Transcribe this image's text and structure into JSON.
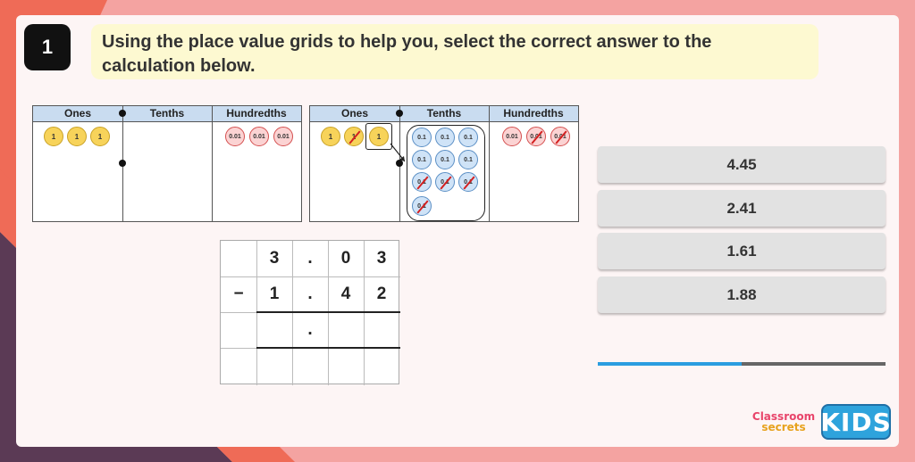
{
  "question": {
    "number": "1",
    "text": "Using the place value grids to help you, select the correct answer to the calculation below."
  },
  "grids": {
    "headers": [
      "Ones",
      "Tenths",
      "Hundredths"
    ],
    "left": {
      "ones": [
        "1",
        "1",
        "1"
      ],
      "hundredths": [
        "0.01",
        "0.01",
        "0.01"
      ]
    },
    "right": {
      "ones": [
        "1",
        "1",
        "1"
      ],
      "tenths": [
        "0.1",
        "0.1",
        "0.1",
        "0.1",
        "0.1",
        "0.1",
        "0.1",
        "0.1",
        "0.1",
        "0.1"
      ],
      "hundredths": [
        "0.01",
        "0.01",
        "0.01"
      ]
    }
  },
  "calculation": {
    "row1": [
      "",
      "3",
      ".",
      "0",
      "3"
    ],
    "row2": [
      "−",
      "1",
      ".",
      "4",
      "2"
    ],
    "row3": [
      "",
      "",
      ".",
      "",
      ""
    ]
  },
  "options": [
    "4.45",
    "2.41",
    "1.61",
    "1.88"
  ],
  "progress": 0.5,
  "logos": {
    "classroom_line1": "Classroom",
    "classroom_line2": "secrets",
    "kids": "KIDS"
  },
  "colors": {
    "background": "#f4a3a1",
    "card": "#fdf5f5",
    "question_bg": "#fdf9d1",
    "header_bg": "#c9dcf0",
    "progress_fill": "#2a9de0"
  }
}
